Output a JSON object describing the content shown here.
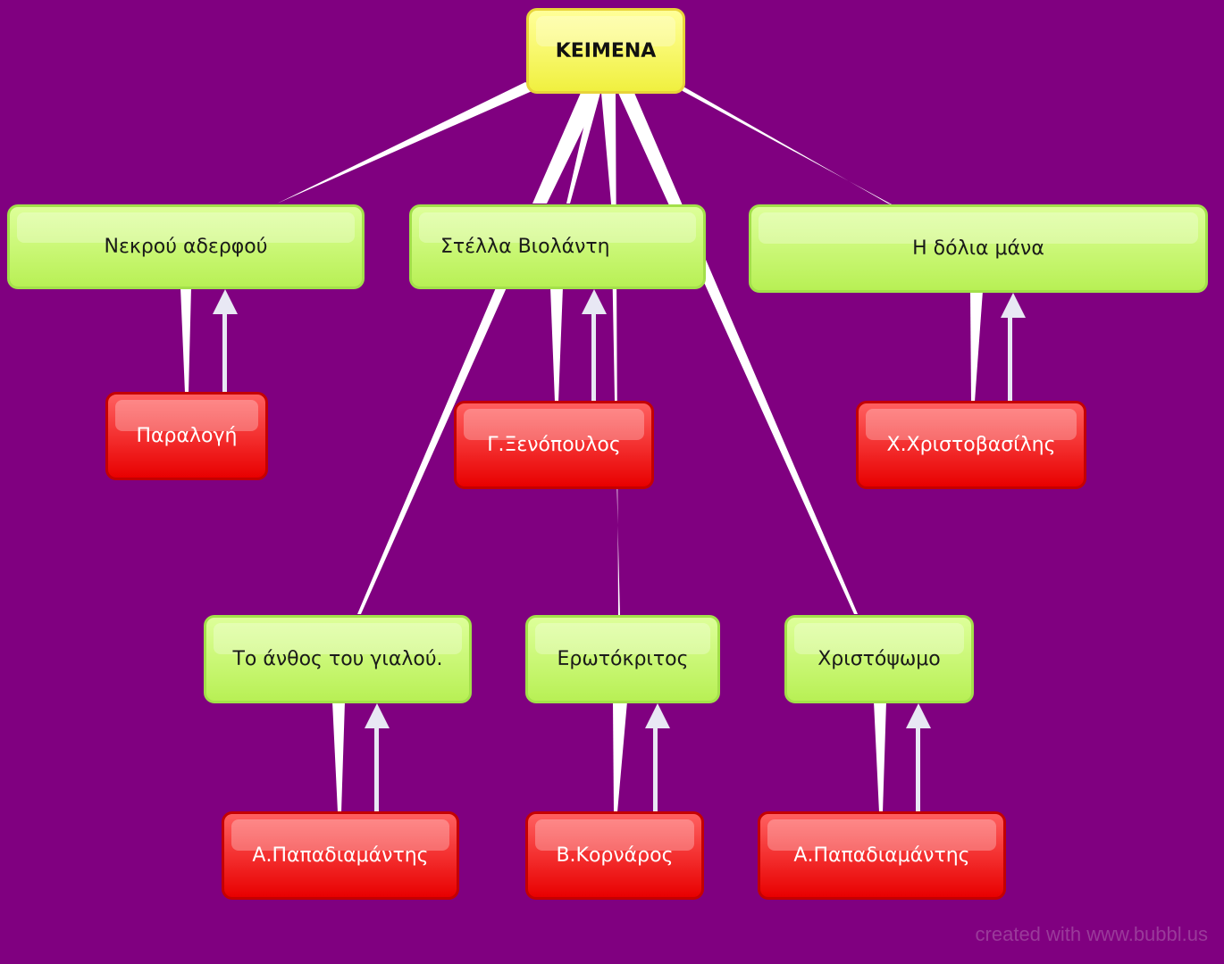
{
  "root": {
    "label": "ΚΕΙΜΕΝΑ"
  },
  "topics": {
    "nekrou": {
      "label": "Νεκρού αδερφού"
    },
    "stella": {
      "label": "Στέλλα Βιολάντη"
    },
    "dolia": {
      "label": "Η δόλια μάνα"
    },
    "anthos": {
      "label": "Το άνθος του γιαλού."
    },
    "erotokritos": {
      "label": "Ερωτόκριτος"
    },
    "christopsomo": {
      "label": "Χριστόψωμο"
    }
  },
  "authors": {
    "paralogi": {
      "label": "Παραλογή"
    },
    "xenopoulos": {
      "label": "Γ.Ξενόπουλος"
    },
    "christovasilis": {
      "label": "Χ.Χριστοβασίλης"
    },
    "papadiamantis1": {
      "label": "Α.Παπαδιαμάντης"
    },
    "kornaros": {
      "label": "Β.Κορνάρος"
    },
    "papadiamantis2": {
      "label": "Α.Παπαδιαμάντης"
    }
  },
  "credit": "created with www.bubbl.us",
  "colors": {
    "background": "#800080",
    "root": "#f4f462",
    "topic": "#c8f46e",
    "author": "#f21b1b",
    "link": "#ffffff",
    "arrow": "#e8e8f4"
  }
}
